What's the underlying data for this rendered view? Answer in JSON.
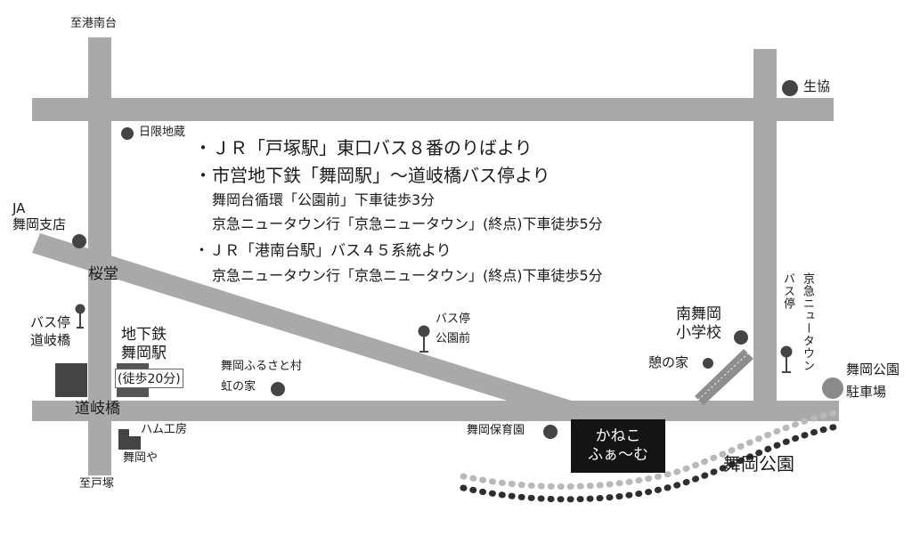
{
  "labels": {
    "to_konandai": "至港南台",
    "to_totsuka": "至戸塚",
    "seikyo": "生協",
    "hino_jizo": "日限地蔵",
    "ja_1": "JA",
    "ja_2": "舞岡支店",
    "sakuradou": "桜堂",
    "bus_michiki_1": "バス停",
    "bus_michiki_2": "道岐橋",
    "subway_1": "地下鉄",
    "subway_2": "舞岡駅",
    "walk20": "(徒歩20分)",
    "furusato_1": "舞岡ふるさと村",
    "furusato_2": "虹の家",
    "bus_koen_1": "バス停",
    "bus_koen_2": "公園前",
    "minami_school_1": "南舞岡",
    "minami_school_2": "小学校",
    "ikoi": "憩の家",
    "bus_keikyu_1": "京急ニュータウン",
    "bus_keikyu_2": "バス停",
    "park_lot_1": "舞岡公園",
    "park_lot_2": "駐車場",
    "michiki_road": "道岐橋",
    "ham_1": "ハム工房",
    "ham_2": "舞岡や",
    "hoikuen": "舞岡保育園",
    "park": "舞岡公園",
    "shop_1": "かねこ",
    "shop_2": "ふぁ〜む"
  },
  "directions": {
    "line1": "・ＪＲ「戸塚駅」東口バス８番のりばより",
    "line2": "・市営地下鉄「舞岡駅」〜道岐橋バス停より",
    "line3": "舞岡台循環「公園前」下車徒歩3分",
    "line4": "京急ニュータウン行「京急ニュータウン」(終点)下車徒歩5分",
    "line5": "・ＪＲ「港南台駅」バス４５系統より",
    "line6": "京急ニュータウン行「京急ニュータウン」(終点)下車徒歩5分"
  },
  "colors": {
    "road": "#a9a9a9",
    "marker": "#444444",
    "building": "#444444",
    "shop_bg": "#141414",
    "path_dot": "#b9b9b9",
    "path_dot_dark": "#2e2e2e"
  }
}
